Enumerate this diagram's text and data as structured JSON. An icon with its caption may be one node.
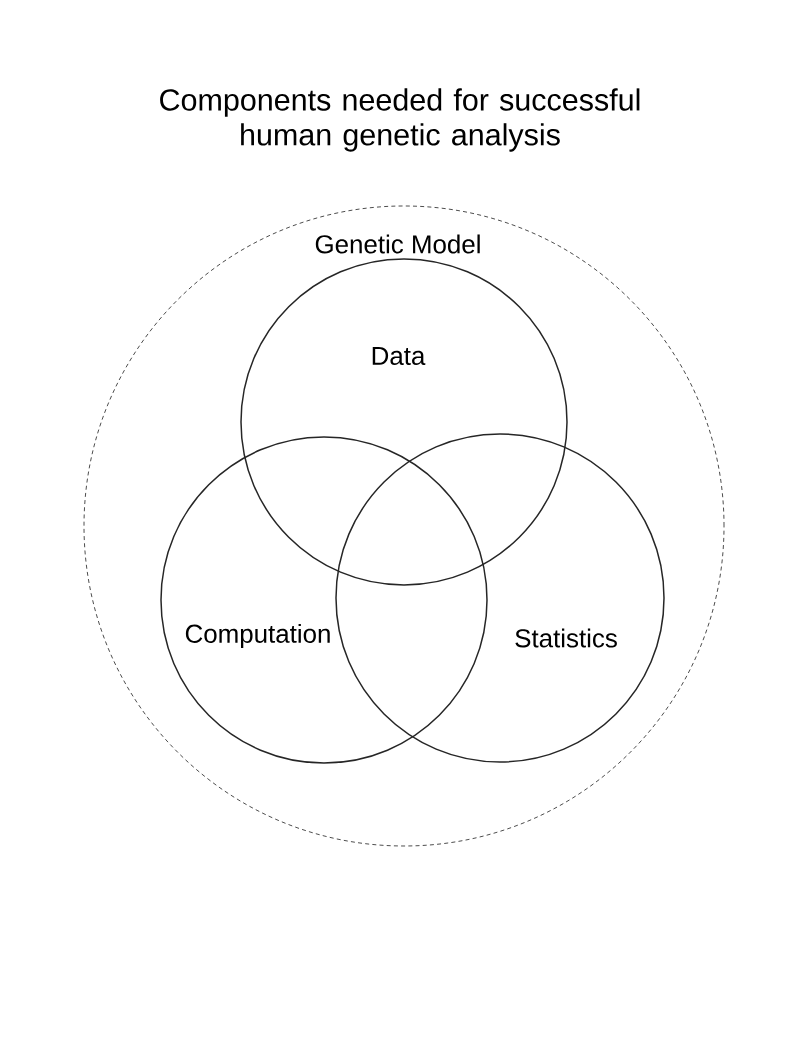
{
  "diagram": {
    "title": "Components needed for successful human genetic analysis",
    "nodes": [
      {
        "text": [
          "Genetic Model"
        ]
      },
      {
        "text": [
          "Data"
        ],
        "in": 0
      },
      {
        "text": [
          "Computation"
        ],
        "in": 0
      },
      {
        "text": [
          "Statistics"
        ],
        "in": 0
      }
    ]
  }
}
